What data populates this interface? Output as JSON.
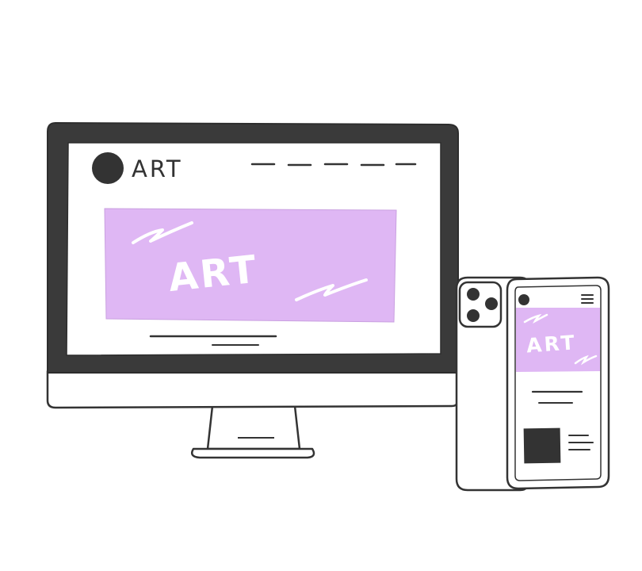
{
  "desktop": {
    "logo_text": "ART",
    "hero_text": "ART"
  },
  "phone": {
    "hero_text": "ART"
  },
  "colors": {
    "ink": "#333333",
    "hero": "#dfb7f4",
    "screen": "#ffffff"
  }
}
